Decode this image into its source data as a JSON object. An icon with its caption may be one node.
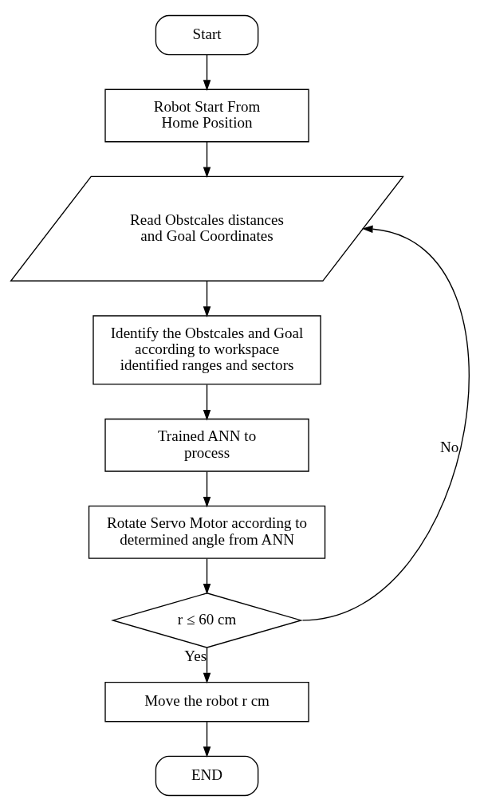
{
  "diagram": {
    "nodes": [
      {
        "text": [
          "Start"
        ]
      },
      {
        "text": [
          "Robot Start From Home Position"
        ]
      },
      {
        "text": [
          "Read Obstcales distances and Goal Coordinates"
        ]
      },
      {
        "text": [
          "Identify the Obstcales and Goal according to workspace identified ranges and sectors"
        ]
      },
      {
        "text": [
          "Trained ANN to process"
        ]
      },
      {
        "text": [
          "Rotate Servo Motor according to determined angle from ANN"
        ]
      },
      {
        "text": [
          "r ≤ 60 cm"
        ]
      },
      {
        "text": [
          "Move the robot r cm"
        ]
      },
      {
        "text": [
          "END"
        ]
      }
    ],
    "edges": [
      {
        "from": 0,
        "to": 1,
        "arrow": "to"
      },
      {
        "from": 1,
        "to": 2,
        "arrow": "to"
      },
      {
        "from": 2,
        "to": 3,
        "arrow": "to"
      },
      {
        "from": 3,
        "to": 4,
        "arrow": "to"
      },
      {
        "from": 4,
        "to": 5,
        "arrow": "to"
      },
      {
        "from": 5,
        "to": 6,
        "arrow": "to"
      },
      {
        "from": 6,
        "to": 2,
        "arrow": "to",
        "label": "No"
      },
      {
        "from": 6,
        "to": 7,
        "arrow": "to",
        "label": "Yes"
      },
      {
        "from": 7,
        "to": 8,
        "arrow": "to"
      }
    ]
  }
}
